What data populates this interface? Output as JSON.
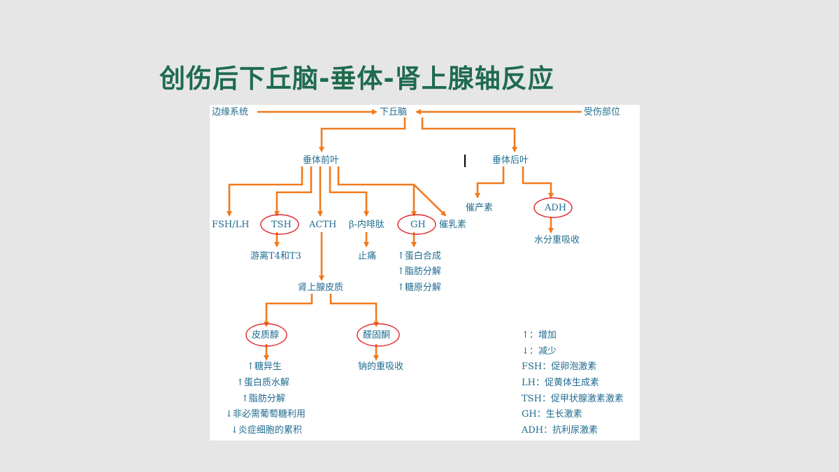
{
  "title": "创伤后下丘脑-垂体-肾上腺轴反应",
  "colors": {
    "arrow": "#f07a1e",
    "text": "#1f6b8f",
    "title": "#1f6b4f",
    "circle": "#e0262c"
  },
  "nodes": {
    "limbic": "边缘系统",
    "hypothalamus": "下丘脑",
    "injury_site": "受伤部位",
    "anterior_pituitary": "垂体前叶",
    "posterior_pituitary": "垂体后叶",
    "fsh_lh": "FSH/LH",
    "tsh": "TSH",
    "acth": "ACTH",
    "beta_endorphin": "β-内啡肽",
    "gh": "GH",
    "prolactin": "催乳素",
    "oxytocin": "催产素",
    "adh": "ADH",
    "free_t4_t3": "游离T4和T3",
    "analgesia": "止痛",
    "gh_protein": "↑蛋白合成",
    "gh_fat": "↑脂肪分解",
    "gh_glycogen": "↑糖原分解",
    "water_reabsorption": "水分重吸收",
    "adrenal_cortex": "肾上腺皮质",
    "cortisol": "皮质醇",
    "aldosterone": "醛固酮",
    "cortisol_gluconeogenesis": "↑糖异生",
    "cortisol_protein": "↑蛋白质水解",
    "cortisol_fat": "↑脂肪分解",
    "cortisol_glucose": "↓非必需葡萄糖利用",
    "cortisol_inflammation": "↓炎症细胞的累积",
    "sodium_reabsorption": "钠的重吸收"
  },
  "legend": {
    "up": "↑：增加",
    "down": "↓：减少",
    "fsh": "FSH：促卵泡激素",
    "lh": "LH：促黄体生成素",
    "tsh": "TSH：促甲状腺激素激素",
    "gh": "GH：生长激素",
    "adh": "ADH：抗利尿激素"
  }
}
